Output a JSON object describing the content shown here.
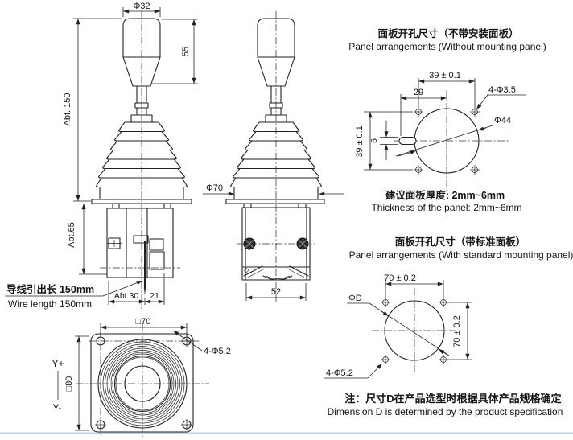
{
  "side_view": {
    "knob_dia": "Φ32",
    "knob_height": "55",
    "total_height": "Abt. 150",
    "below_panel_height": "Abt.65",
    "body_depth": "Abt.30",
    "wire_offset": "21",
    "wire_note_cn": "导线引出长 150mm",
    "wire_note_en": "Wire length 150mm"
  },
  "front_view": {
    "bellows_dia": "Φ70",
    "body_width": "52"
  },
  "panel_without": {
    "title_cn": "面板开孔尺寸（不带安装面板）",
    "title_en": "Panel arrangements (Without mounting panel)",
    "hole_span_h": "39 ± 0.1",
    "hole_span_v": "39 ± 0.1",
    "center_offset": "29",
    "mount_holes": "4-Φ3.5",
    "cutout_dia": "Φ44",
    "keyway_width": "6",
    "thickness_cn": "建议面板厚度: 2mm~6mm",
    "thickness_en": "Thickness of the panel: 2mm~6mm"
  },
  "panel_with": {
    "title_cn": "面板开孔尺寸（带标准面板）",
    "title_en": "Panel arrangements (With standard mounting panel)",
    "hole_span_h": "70 ± 0.2",
    "hole_span_v": "70 ± 0.2",
    "cutout_dia": "ΦD",
    "mount_holes": "4-Φ5.2"
  },
  "top_view": {
    "hole_span": "□70",
    "flange_size": "□80",
    "mount_holes": "4-Φ5.2",
    "axis_positive": "Y+",
    "axis_negative": "Y-"
  },
  "note": {
    "cn": "注：尺寸D在产品选型时根据具体产品规格确定",
    "en": "Dimension D is determined by the product specification"
  },
  "colors": {
    "line": "#222222",
    "background": "#ffffff",
    "divider": "#b7d2e6"
  }
}
